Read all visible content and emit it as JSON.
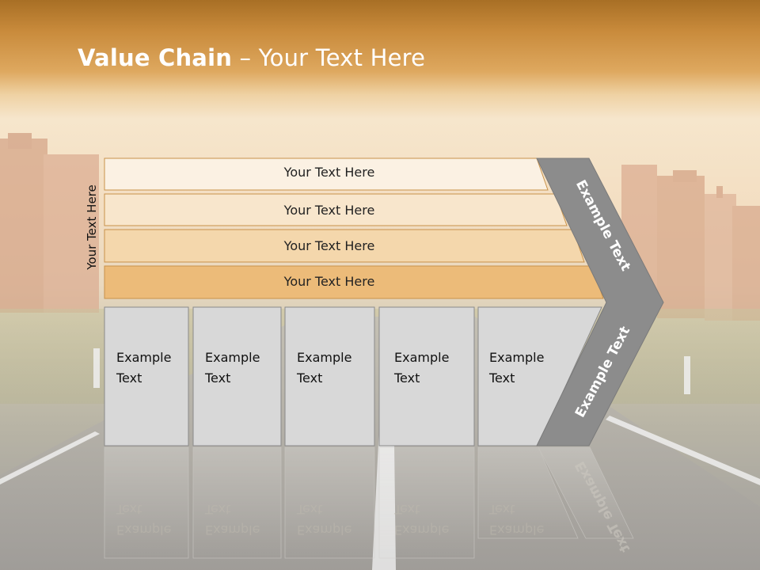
{
  "slide": {
    "title_bold": "Value Chain",
    "title_rest": " – Your Text Here",
    "side_label": "Your Text Here",
    "rows": [
      {
        "label": "Your Text Here"
      },
      {
        "label": "Your Text Here"
      },
      {
        "label": "Your Text Here"
      },
      {
        "label": "Your Text Here"
      }
    ],
    "cells": [
      {
        "line1": "Example",
        "line2": "Text"
      },
      {
        "line1": "Example",
        "line2": "Text"
      },
      {
        "line1": "Example",
        "line2": "Text"
      },
      {
        "line1": "Example",
        "line2": "Text"
      },
      {
        "line1": "Example",
        "line2": "Text"
      }
    ],
    "arrow_top": "Example Text",
    "arrow_bottom": "Example Text"
  },
  "colors": {
    "header": "#c98b3c",
    "row1": "#fbf1e3",
    "row2": "#f8e6cc",
    "row3": "#f4d7ac",
    "row4": "#ecbb79",
    "row_border": "#c8924a",
    "cell_fill": "#d8d8d8",
    "cell_border": "#8a8a8a",
    "arrow": "#8c8c8c"
  }
}
